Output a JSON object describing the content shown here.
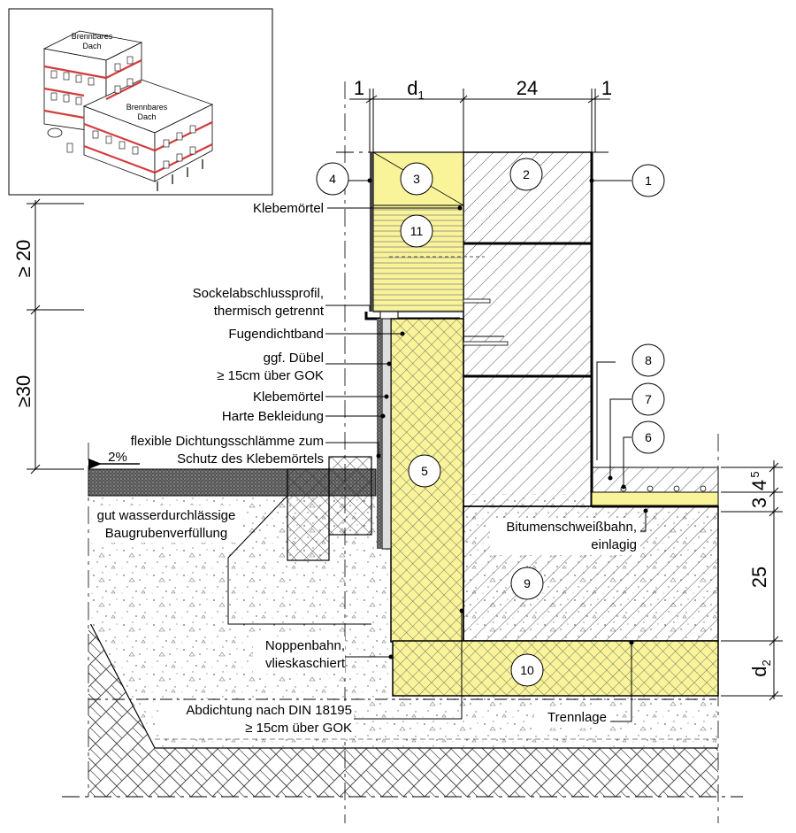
{
  "inset": {
    "roof_label_1": [
      "Brennbares",
      "Dach"
    ],
    "roof_label_2": [
      "Brennbares",
      "Dach"
    ]
  },
  "dimensions": {
    "top_left": "1",
    "top_d1": "d",
    "top_d1_sub": "1",
    "top_24": "24",
    "top_right": "1",
    "left_ge20": "≥ 20",
    "left_ge30": "≥30",
    "right_4": "4",
    "right_5": "5",
    "right_3": "3",
    "right_25": "25",
    "right_d2": "d",
    "right_d2_sub": "2",
    "slope": "2%"
  },
  "numbers": [
    "1",
    "2",
    "3",
    "4",
    "5",
    "6",
    "7",
    "8",
    "9",
    "10",
    "11"
  ],
  "labels": {
    "klebemoertel_top": "Klebemörtel",
    "sockel_1": "Sockelabschlussprofil,",
    "sockel_2": "thermisch getrennt",
    "fugendicht": "Fugendichtband",
    "duebel_1": "ggf. Dübel",
    "duebel_2": "≥ 15cm über GOK",
    "klebemoertel_2": "Klebemörtel",
    "harte": "Harte Bekleidung",
    "schlaemme_1": "flexible Dichtungsschlämme zum",
    "schlaemme_2": "Schutz des Klebemörtels",
    "verfuellung_1": "gut wasserdurchlässige",
    "verfuellung_2": "Baugrubenverfüllung",
    "noppen_1": "Noppenbahn,",
    "noppen_2": "vlieskaschiert",
    "abdichtung_1": "Abdichtung nach DIN 18195",
    "abdichtung_2": "≥ 15cm über GOK",
    "bitumen_1": "Bitumenschweißbahn,",
    "bitumen_2": "einlagig",
    "trennlage": "Trennlage"
  },
  "colors": {
    "insulation": "#f9f49a",
    "hatch": "#555555",
    "inset_red": "#d43c3c"
  }
}
